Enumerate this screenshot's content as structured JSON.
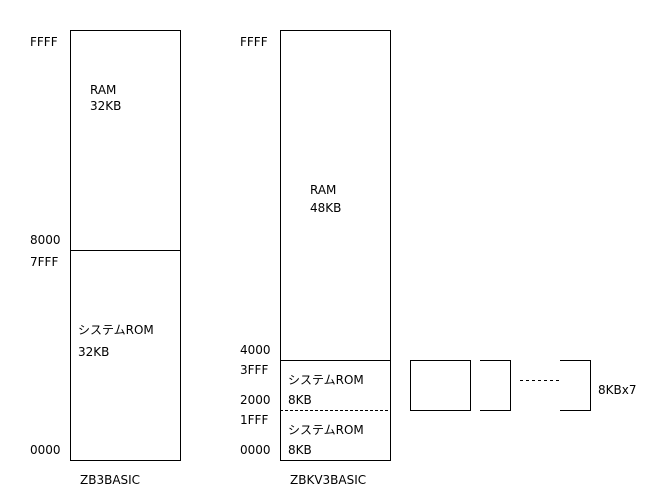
{
  "left_map": {
    "name": "ZB3BASIC",
    "addresses": {
      "top": "FFFF",
      "a8000": "8000",
      "a7fff": "7FFF",
      "bottom": "0000"
    },
    "ram": {
      "label": "RAM",
      "size": "32KB"
    },
    "rom": {
      "label": "システムROM",
      "size": "32KB"
    }
  },
  "right_map": {
    "name": "ZBKV3BASIC",
    "addresses": {
      "top": "FFFF",
      "a4000": "4000",
      "a3fff": "3FFF",
      "a2000": "2000",
      "a1fff": "1FFF",
      "bottom": "0000"
    },
    "ram": {
      "label": "RAM",
      "size": "48KB"
    },
    "rom_upper": {
      "label": "システムROM",
      "size": "8KB"
    },
    "rom_lower": {
      "label": "システムROM",
      "size": "8KB"
    }
  },
  "bank": {
    "label": "8KBx7"
  }
}
